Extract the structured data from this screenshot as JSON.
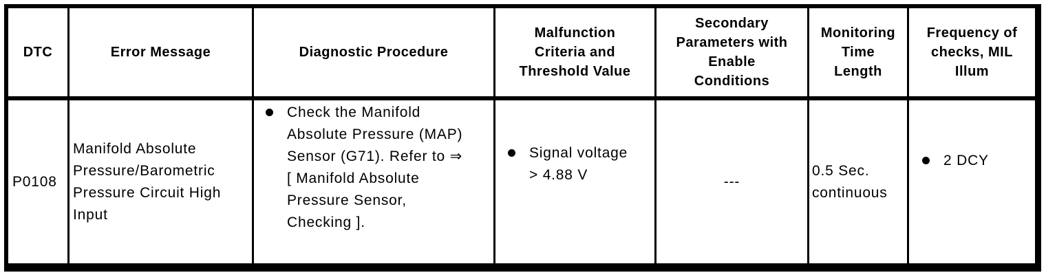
{
  "table": {
    "columns": [
      {
        "label": "DTC"
      },
      {
        "label": "Error Message"
      },
      {
        "label": "Diagnostic Procedure"
      },
      {
        "label": "Malfunction\nCriteria and\nThreshold Value"
      },
      {
        "label": "Secondary\nParameters with\nEnable\nConditions"
      },
      {
        "label": "Monitoring\nTime\nLength"
      },
      {
        "label": "Frequency of\nchecks, MIL\nIllum"
      }
    ],
    "rows": [
      {
        "dtc": "P0108",
        "error_message": "Manifold Absolute\nPressure/Barometric\nPressure Circuit High\nInput",
        "diagnostic_procedure": "Check the Manifold\nAbsolute Pressure (MAP)\nSensor (G71). Refer to ⇒\n[ Manifold Absolute\nPressure Sensor,\nChecking ].",
        "malfunction_criteria": "Signal voltage\n> 4.88 V",
        "secondary_parameters": "---",
        "monitoring_time": "0.5 Sec.\ncontinuous",
        "frequency_mil": "2 DCY"
      }
    ]
  },
  "colors": {
    "border": "#000000",
    "text": "#000000",
    "background": "#ffffff"
  }
}
